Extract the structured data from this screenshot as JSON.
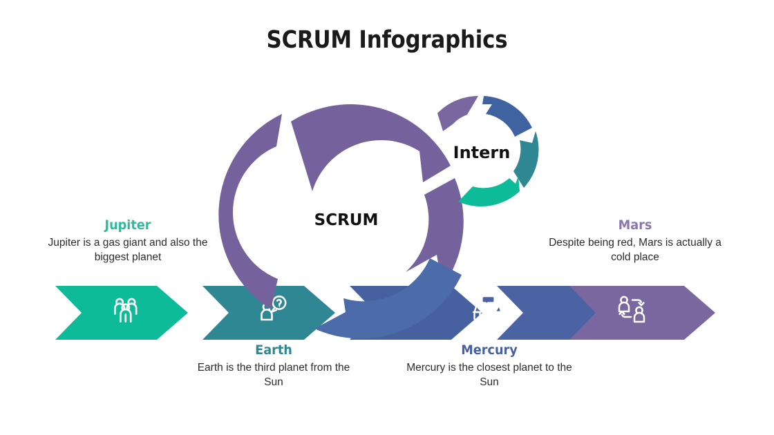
{
  "slide": {
    "title": "SCRUM Infographics",
    "background_color": "#ffffff",
    "title_color": "#1a1a1a"
  },
  "palette": {
    "green": "#0DBB98",
    "teal": "#2F8794",
    "blue": "#47609F",
    "blue_arc": "#4B6CA8",
    "purple": "#7B679F",
    "purple_wheel": "#75619B",
    "body_text": "#2b2b2b"
  },
  "wheels": {
    "main": {
      "label": "SCRUM",
      "label_color": "#111111",
      "segments": [
        {
          "name": "segment-top",
          "color": "#75619B"
        },
        {
          "name": "segment-left",
          "color": "#75619B"
        },
        {
          "name": "segment-right",
          "color": "#75619B"
        },
        {
          "name": "segment-bottom-right",
          "color": "#4B6CA8"
        }
      ]
    },
    "secondary": {
      "label": "Intern",
      "label_color": "#111111",
      "segments": [
        {
          "name": "segment-top-left",
          "color": "#7B679F"
        },
        {
          "name": "segment-top-right",
          "color": "#3F63A0"
        },
        {
          "name": "segment-right",
          "color": "#2F8794"
        },
        {
          "name": "segment-bottom",
          "color": "#0DBB98"
        }
      ]
    }
  },
  "chevrons": [
    {
      "key": "jupiter",
      "color": "#0DBB98",
      "icon": "three-people-group-icon"
    },
    {
      "key": "earth",
      "color": "#2F8794",
      "icon": "person-question-bubble-icon"
    },
    {
      "key": "middle",
      "color": "#47609F",
      "icon": "none"
    },
    {
      "key": "mercury",
      "color": "#4B63A3",
      "icon": "two-people-talking-icon"
    },
    {
      "key": "mars",
      "color": "#7B679F",
      "icon": "two-people-exchange-icon"
    }
  ],
  "captions": [
    {
      "key": "jupiter",
      "title": "Jupiter",
      "title_color": "#2BBD9B",
      "body": "Jupiter is a gas giant and also the biggest planet"
    },
    {
      "key": "earth",
      "title": "Earth",
      "title_color": "#2F8794",
      "body": "Earth is the third planet from the Sun"
    },
    {
      "key": "mercury",
      "title": "Mercury",
      "title_color": "#47609F",
      "body": "Mercury is the closest planet to the Sun"
    },
    {
      "key": "mars",
      "title": "Mars",
      "title_color": "#8B76AD",
      "body": "Despite being red, Mars is actually a cold place"
    }
  ]
}
